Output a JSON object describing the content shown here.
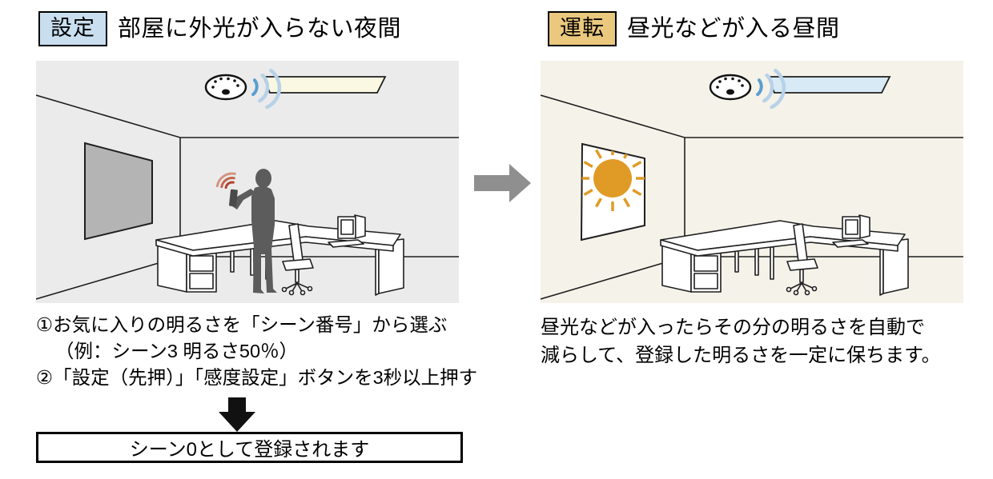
{
  "left_panel": {
    "mode_badge": "設定",
    "title": "部屋に外光が入らない夜間",
    "instruction_line_1": "①お気に入りの明るさを「シーン番号」から選ぶ",
    "instruction_line_2": "（例：シーン3 明るさ50％）",
    "instruction_line_3": "②「設定（先押）」「感度設定」ボタンを3秒以上押す",
    "result_box": "シーン0として登録されます"
  },
  "right_panel": {
    "mode_badge": "運転",
    "title": "昼光などが入る昼間",
    "description_line_1": "昼光などが入ったらその分の明るさを自動で",
    "description_line_2": "減らして、登録した明るさを一定に保ちます。"
  },
  "icons": {
    "ceiling_sensor": "light-sensor-on-ceiling",
    "signal_waves": "sensor-signal-waves",
    "remote_signal": "remote-control-signal",
    "sun": "sun",
    "flow_arrow": "right-arrow",
    "down_arrow": "down-arrow"
  },
  "colors": {
    "badge_setting_bg": "#c9dff0",
    "badge_operation_bg": "#eac87d",
    "room_night_bg": "#ebebeb",
    "room_day_bg": "#f4f2e9",
    "lamp_night": "#faf8e2",
    "lamp_day": "#d9eaf7",
    "window_night": "#b4b4b4",
    "window_day": "#ffffff",
    "sun": "#e09b26",
    "wave_primary": "#5b9ecf",
    "wave_secondary": "#b7d2e8",
    "remote_signal_1": "#b04530",
    "remote_signal_2": "#c2654e",
    "remote_signal_3": "#d4937f",
    "person": "#5c5c5c",
    "remote": "#4a4a4a",
    "flow_arrow": "#8f8f8f",
    "down_arrow": "#111111"
  }
}
